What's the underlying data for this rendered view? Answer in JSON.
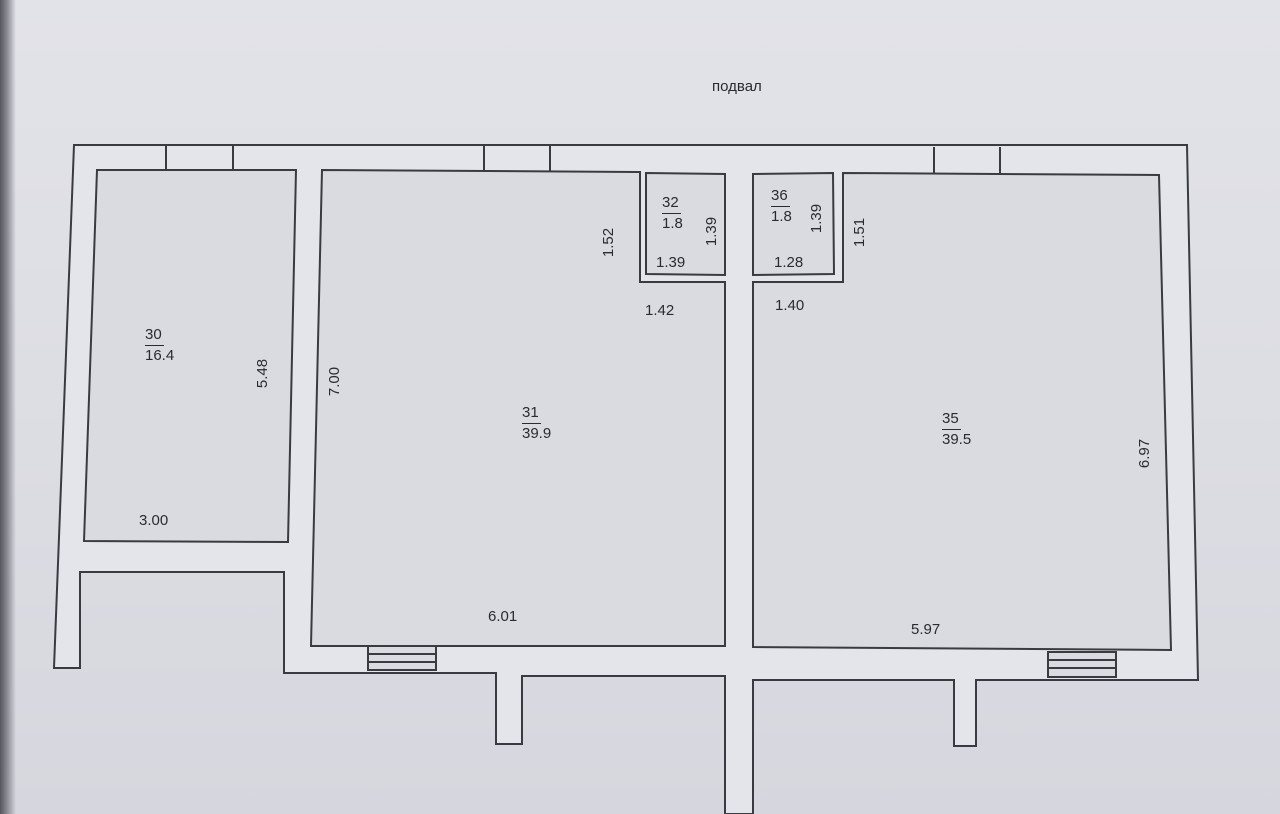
{
  "plan": {
    "title": "подвал",
    "rooms": [
      {
        "id": "room-30",
        "number": "30",
        "area": "16.4"
      },
      {
        "id": "room-31",
        "number": "31",
        "area": "39.9"
      },
      {
        "id": "room-32",
        "number": "32",
        "area": "1.8"
      },
      {
        "id": "room-35",
        "number": "35",
        "area": "39.5"
      },
      {
        "id": "room-36",
        "number": "36",
        "area": "1.8"
      }
    ],
    "dimensions": {
      "r30_height": "5.48",
      "r30_width": "3.00",
      "r31_height": "7.00",
      "r31_width": "6.01",
      "r31_step_height": "1.52",
      "r31_step_width": "1.42",
      "r32_height": "1.39",
      "r32_width": "1.39",
      "r36_height": "1.39",
      "r36_width": "1.28",
      "r35_step_height": "1.51",
      "r35_step_width": "1.40",
      "r35_height": "6.97",
      "r35_width": "5.97"
    }
  }
}
